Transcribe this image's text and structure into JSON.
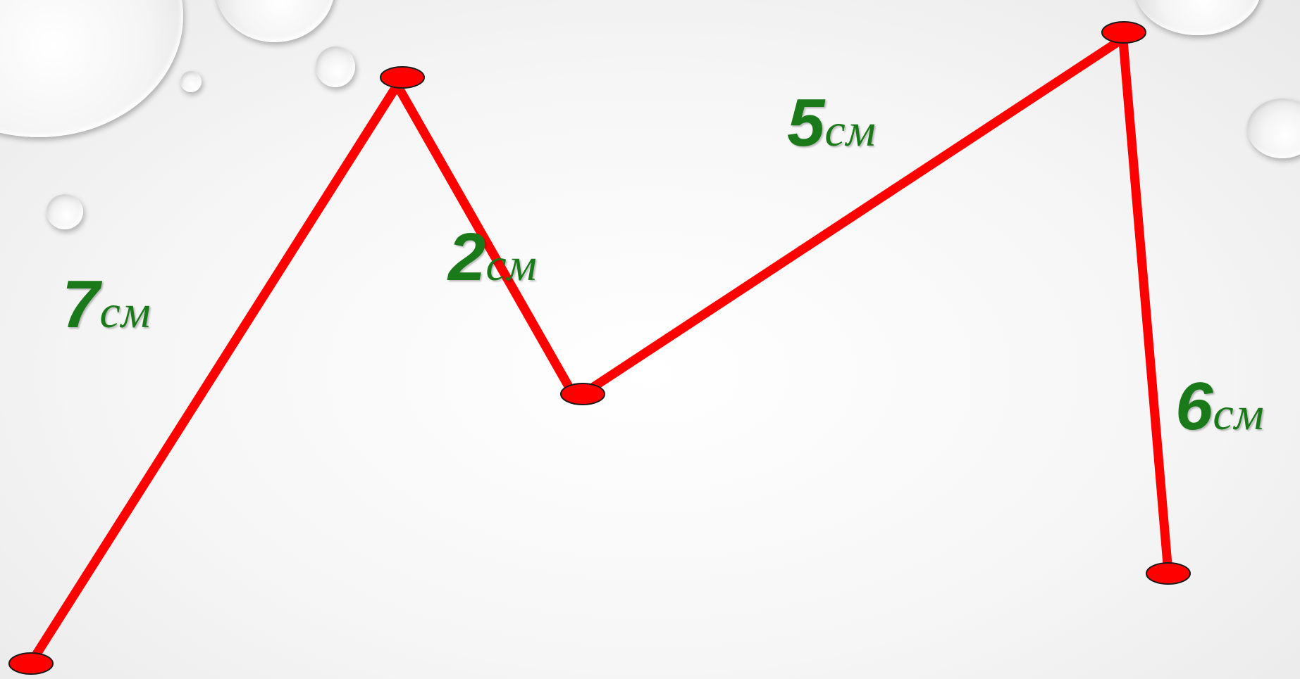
{
  "colors": {
    "segment": "#ff0000",
    "node": "#ff0000",
    "label": "#1a7a1a"
  },
  "segments": [
    {
      "value": "7",
      "unit": "см"
    },
    {
      "value": "2",
      "unit": "см"
    },
    {
      "value": "5",
      "unit": "см"
    },
    {
      "value": "6",
      "unit": "см"
    }
  ]
}
